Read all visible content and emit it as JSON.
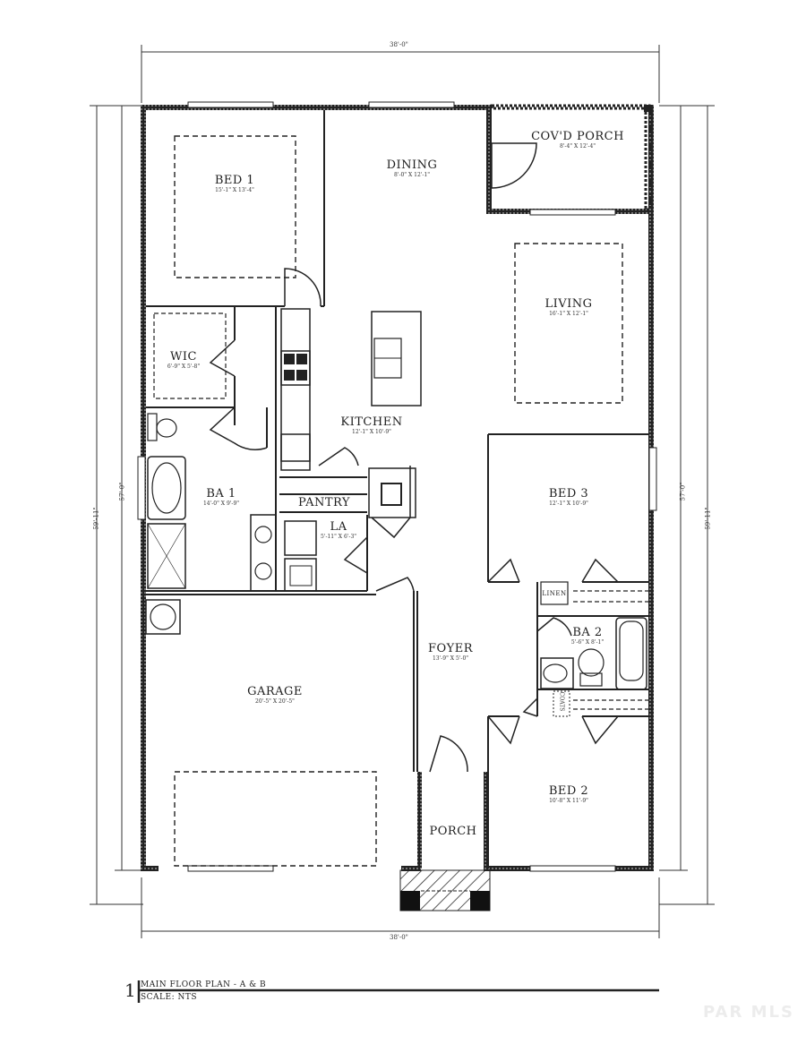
{
  "plan": {
    "title": "MAIN FLOOR PLAN - A & B",
    "scale": "SCALE: NTS",
    "sheet_number": "1",
    "watermark": "PAR MLS"
  },
  "dimensions": {
    "overall_width_top": "38'-0\"",
    "overall_width_bottom": "38'-0\"",
    "overall_depth_outer_left": "59'-11\"",
    "overall_depth_inner_left": "57'-0\"",
    "overall_depth_inner_right": "57'-0\"",
    "overall_depth_outer_right": "59'-11\""
  },
  "rooms": [
    {
      "id": "bed1",
      "name": "BED 1",
      "size": "15'-1\" X 13'-4\""
    },
    {
      "id": "dining",
      "name": "DINING",
      "size": "8'-0\" X 12'-1\""
    },
    {
      "id": "covd_porch",
      "name": "COV'D PORCH",
      "size": "8'-4\" X 12'-4\""
    },
    {
      "id": "living",
      "name": "LIVING",
      "size": "16'-1\" X 12'-1\""
    },
    {
      "id": "wic",
      "name": "WIC",
      "size": "6'-9\" X 5'-8\""
    },
    {
      "id": "kitchen",
      "name": "KITCHEN",
      "size": "12'-1\" X 10'-9\""
    },
    {
      "id": "ba1",
      "name": "BA 1",
      "size": "14'-0\" X 9'-9\""
    },
    {
      "id": "pantry",
      "name": "PANTRY",
      "size": ""
    },
    {
      "id": "la",
      "name": "LA",
      "size": "5'-11\" X 6'-3\""
    },
    {
      "id": "bed3",
      "name": "BED 3",
      "size": "12'-1\" X 10'-9\""
    },
    {
      "id": "linen",
      "name": "LINEN",
      "size": ""
    },
    {
      "id": "ba2",
      "name": "BA 2",
      "size": "5'-6\" X 8'-1\""
    },
    {
      "id": "foyer",
      "name": "FOYER",
      "size": "13'-9\" X 5'-0\""
    },
    {
      "id": "garage",
      "name": "GARAGE",
      "size": "20'-5\" X 20'-5\""
    },
    {
      "id": "coats",
      "name": "COATS",
      "size": ""
    },
    {
      "id": "bed2",
      "name": "BED 2",
      "size": "10'-8\" X 11'-9\""
    },
    {
      "id": "porch",
      "name": "PORCH",
      "size": ""
    }
  ],
  "colors": {
    "wall": "#1a1a1a",
    "line": "#222222",
    "background": "#ffffff"
  }
}
